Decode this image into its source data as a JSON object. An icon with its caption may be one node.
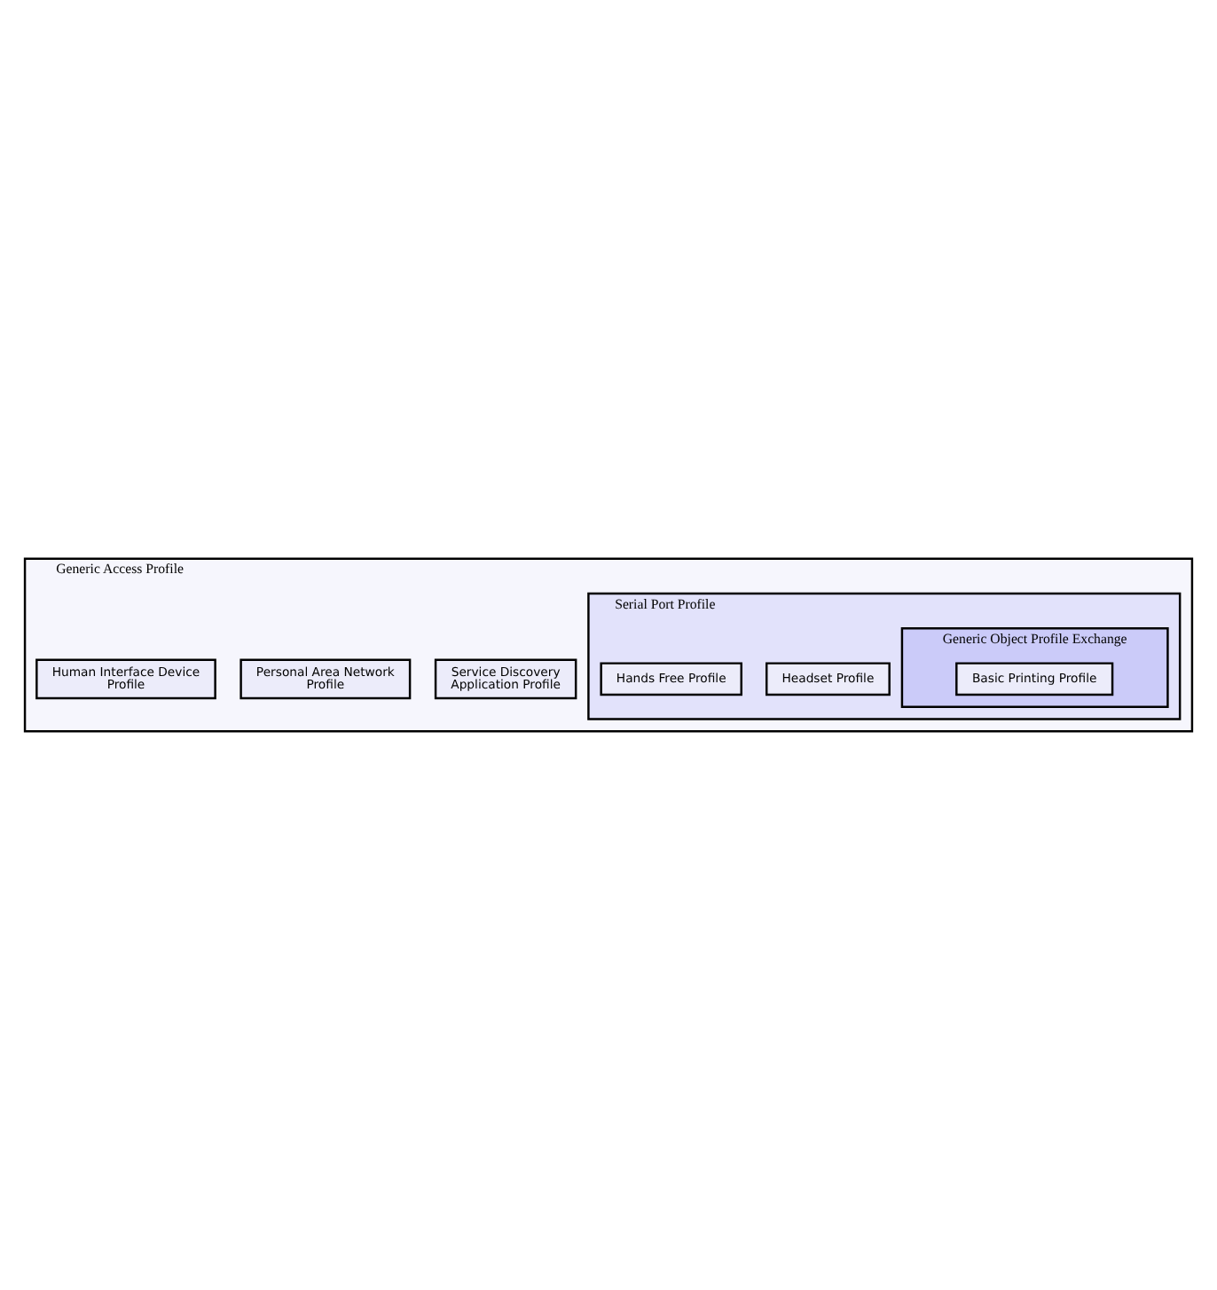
{
  "diagram": {
    "nodes": [
      {
        "text": [
          "Generic Access Profile"
        ]
      },
      {
        "text": [
          "Service Discovery Application Profile"
        ],
        "in": 0
      },
      {
        "text": [
          "Personal Area Network Profile"
        ],
        "in": 0
      },
      {
        "text": [
          "Human Interface Device Profile"
        ],
        "in": 0
      },
      {
        "text": [
          "Serial Port Profile"
        ],
        "in": 0
      },
      {
        "text": [
          "Headset Profile"
        ],
        "in": 4
      },
      {
        "text": [
          "Hands Free Profile"
        ],
        "in": 4
      },
      {
        "text": [
          "Generic Object Profile Exchange"
        ],
        "in": 4
      },
      {
        "text": [
          "Basic Printing Profile"
        ],
        "in": 7
      }
    ]
  }
}
